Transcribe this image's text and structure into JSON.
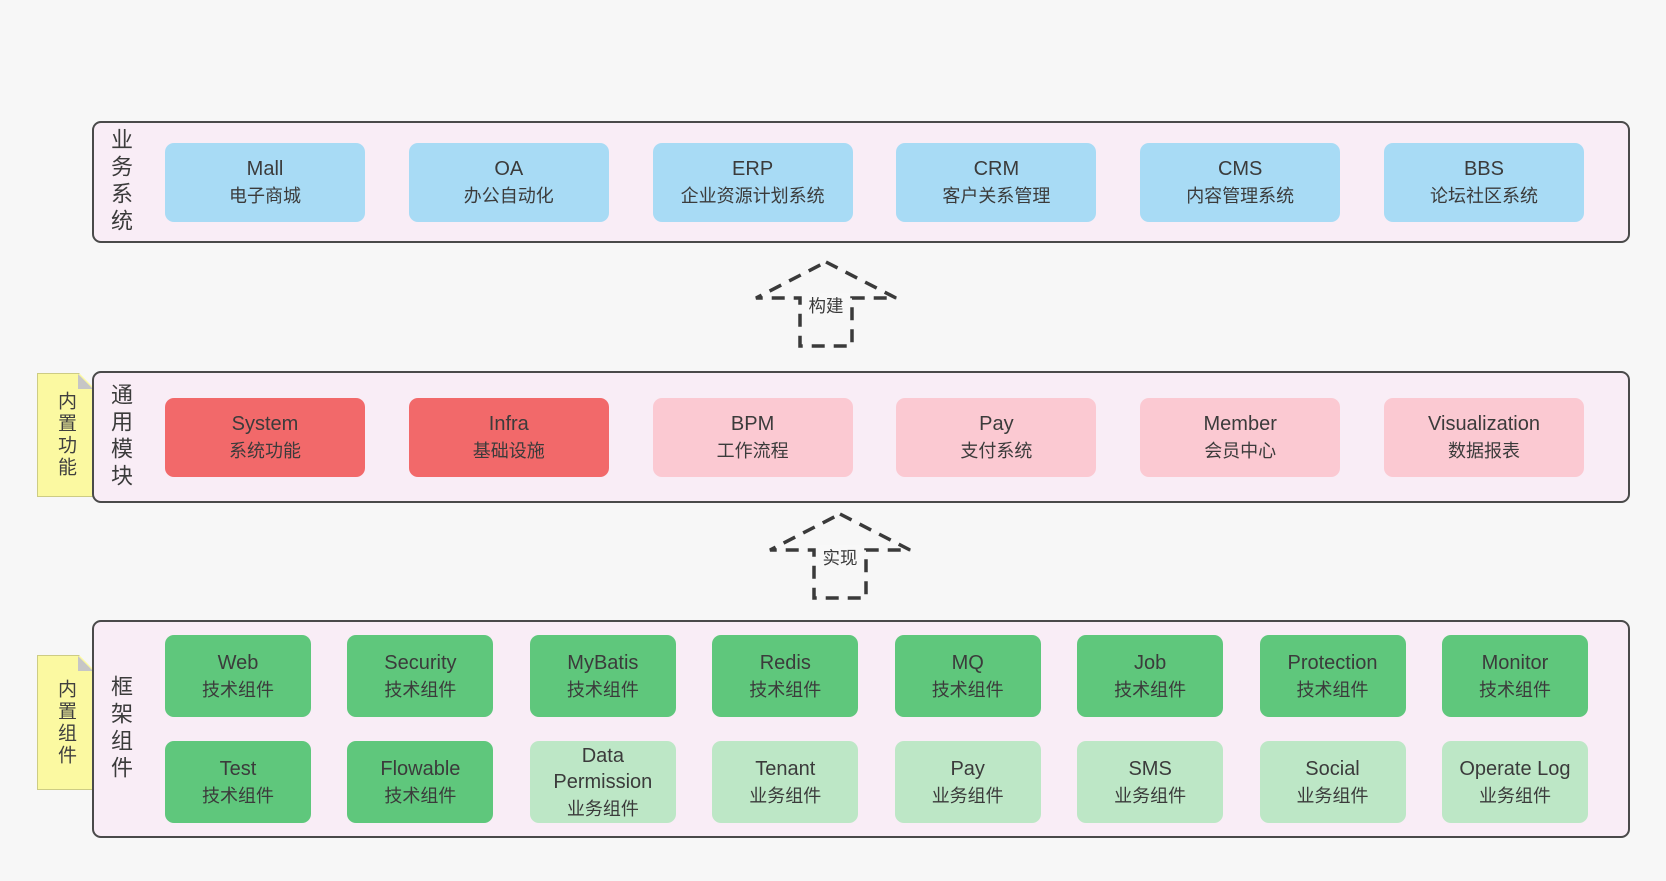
{
  "colors": {
    "page_bg": "#f7f7f7",
    "container_bg": "#f9edf6",
    "container_border": "#4a4a4a",
    "box_blue": "#a8dbf5",
    "box_red": "#f2696a",
    "box_pink": "#fbc9d2",
    "box_green_dark": "#5fc77c",
    "box_green_light": "#bde7c6",
    "sticky_yellow": "#fbf9a1",
    "text": "#3b3b3b"
  },
  "arrows": {
    "build": "构建",
    "implement": "实现"
  },
  "layers": {
    "business": {
      "label": "业务系统",
      "boxes": [
        {
          "title": "Mall",
          "subtitle": "电子商城",
          "variant": "blue"
        },
        {
          "title": "OA",
          "subtitle": "办公自动化",
          "variant": "blue"
        },
        {
          "title": "ERP",
          "subtitle": "企业资源计划系统",
          "variant": "blue"
        },
        {
          "title": "CRM",
          "subtitle": "客户关系管理",
          "variant": "blue"
        },
        {
          "title": "CMS",
          "subtitle": "内容管理系统",
          "variant": "blue"
        },
        {
          "title": "BBS",
          "subtitle": "论坛社区系统",
          "variant": "blue"
        }
      ]
    },
    "modules": {
      "label": "通用模块",
      "sticky": "内置功能",
      "boxes": [
        {
          "title": "System",
          "subtitle": "系统功能",
          "variant": "red"
        },
        {
          "title": "Infra",
          "subtitle": "基础设施",
          "variant": "red"
        },
        {
          "title": "BPM",
          "subtitle": "工作流程",
          "variant": "pink"
        },
        {
          "title": "Pay",
          "subtitle": "支付系统",
          "variant": "pink"
        },
        {
          "title": "Member",
          "subtitle": "会员中心",
          "variant": "pink"
        },
        {
          "title": "Visualization",
          "subtitle": "数据报表",
          "variant": "pink"
        }
      ]
    },
    "components": {
      "label": "框架组件",
      "sticky": "内置组件",
      "row1": [
        {
          "title": "Web",
          "subtitle": "技术组件",
          "variant": "green-dark"
        },
        {
          "title": "Security",
          "subtitle": "技术组件",
          "variant": "green-dark"
        },
        {
          "title": "MyBatis",
          "subtitle": "技术组件",
          "variant": "green-dark"
        },
        {
          "title": "Redis",
          "subtitle": "技术组件",
          "variant": "green-dark"
        },
        {
          "title": "MQ",
          "subtitle": "技术组件",
          "variant": "green-dark"
        },
        {
          "title": "Job",
          "subtitle": "技术组件",
          "variant": "green-dark"
        },
        {
          "title": "Protection",
          "subtitle": "技术组件",
          "variant": "green-dark"
        },
        {
          "title": "Monitor",
          "subtitle": "技术组件",
          "variant": "green-dark"
        }
      ],
      "row2": [
        {
          "title": "Test",
          "subtitle": "技术组件",
          "variant": "green-dark"
        },
        {
          "title": "Flowable",
          "subtitle": "技术组件",
          "variant": "green-dark"
        },
        {
          "title": "Data Permission",
          "subtitle": "业务组件",
          "variant": "green-light"
        },
        {
          "title": "Tenant",
          "subtitle": "业务组件",
          "variant": "green-light"
        },
        {
          "title": "Pay",
          "subtitle": "业务组件",
          "variant": "green-light"
        },
        {
          "title": "SMS",
          "subtitle": "业务组件",
          "variant": "green-light"
        },
        {
          "title": "Social",
          "subtitle": "业务组件",
          "variant": "green-light"
        },
        {
          "title": "Operate Log",
          "subtitle": "业务组件",
          "variant": "green-light"
        }
      ]
    }
  }
}
